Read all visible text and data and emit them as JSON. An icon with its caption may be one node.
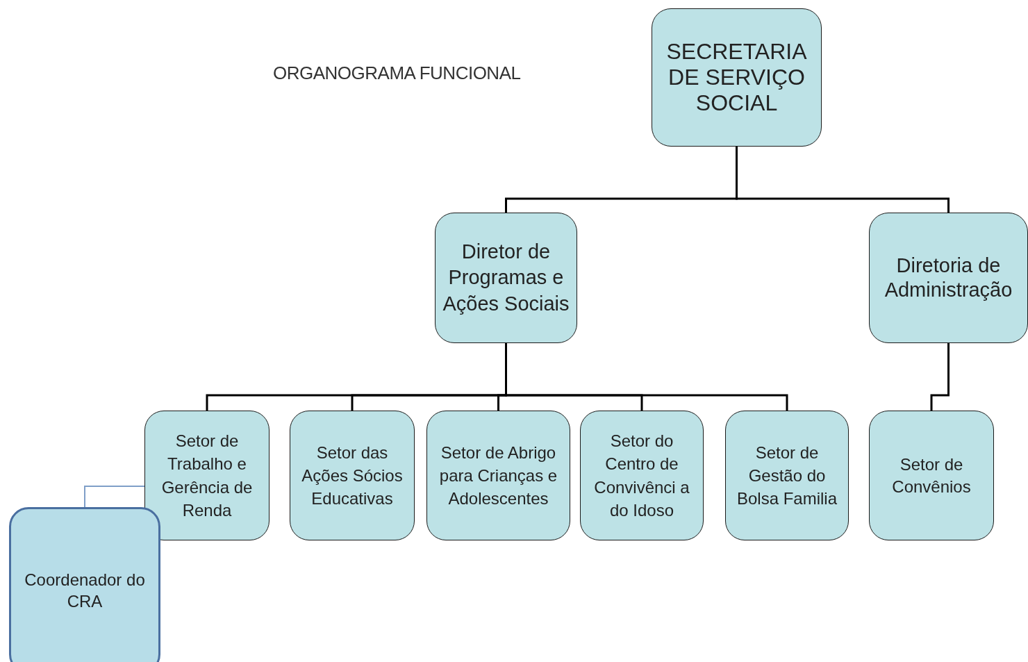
{
  "diagram": {
    "title": "ORGANOGRAMA FUNCIONAL",
    "nodes": [
      {
        "text": [
          "SECRETARIA DE SERVIÇO SOCIAL"
        ]
      },
      {
        "text": [
          "Diretor de Programas e Ações Sociais"
        ]
      },
      {
        "text": [
          "Diretoria de Administração"
        ]
      },
      {
        "text": [
          "Setor de Trabalho e Gerência de Renda"
        ]
      },
      {
        "text": [
          "Setor das Ações Sócios Educativas"
        ]
      },
      {
        "text": [
          "Setor de Abrigo para Crianças e Adolescentes"
        ]
      },
      {
        "text": [
          "Setor do Centro de Convivênci a do Idoso"
        ]
      },
      {
        "text": [
          "Setor de Gestão do Bolsa Familia"
        ]
      },
      {
        "text": [
          "Setor de Convênios"
        ]
      },
      {
        "text": [
          "Coordenador do CRA"
        ]
      }
    ],
    "edges": [
      {
        "from": 0,
        "to": 1,
        "arrow": "none"
      },
      {
        "from": 0,
        "to": 2,
        "arrow": "none"
      },
      {
        "from": 1,
        "to": 3,
        "arrow": "none"
      },
      {
        "from": 1,
        "to": 4,
        "arrow": "none"
      },
      {
        "from": 1,
        "to": 5,
        "arrow": "none"
      },
      {
        "from": 1,
        "to": 6,
        "arrow": "none"
      },
      {
        "from": 1,
        "to": 7,
        "arrow": "none"
      },
      {
        "from": 2,
        "to": 8,
        "arrow": "none"
      },
      {
        "from": 3,
        "to": 9,
        "arrow": "none",
        "color": "#7f9fc8"
      }
    ]
  }
}
